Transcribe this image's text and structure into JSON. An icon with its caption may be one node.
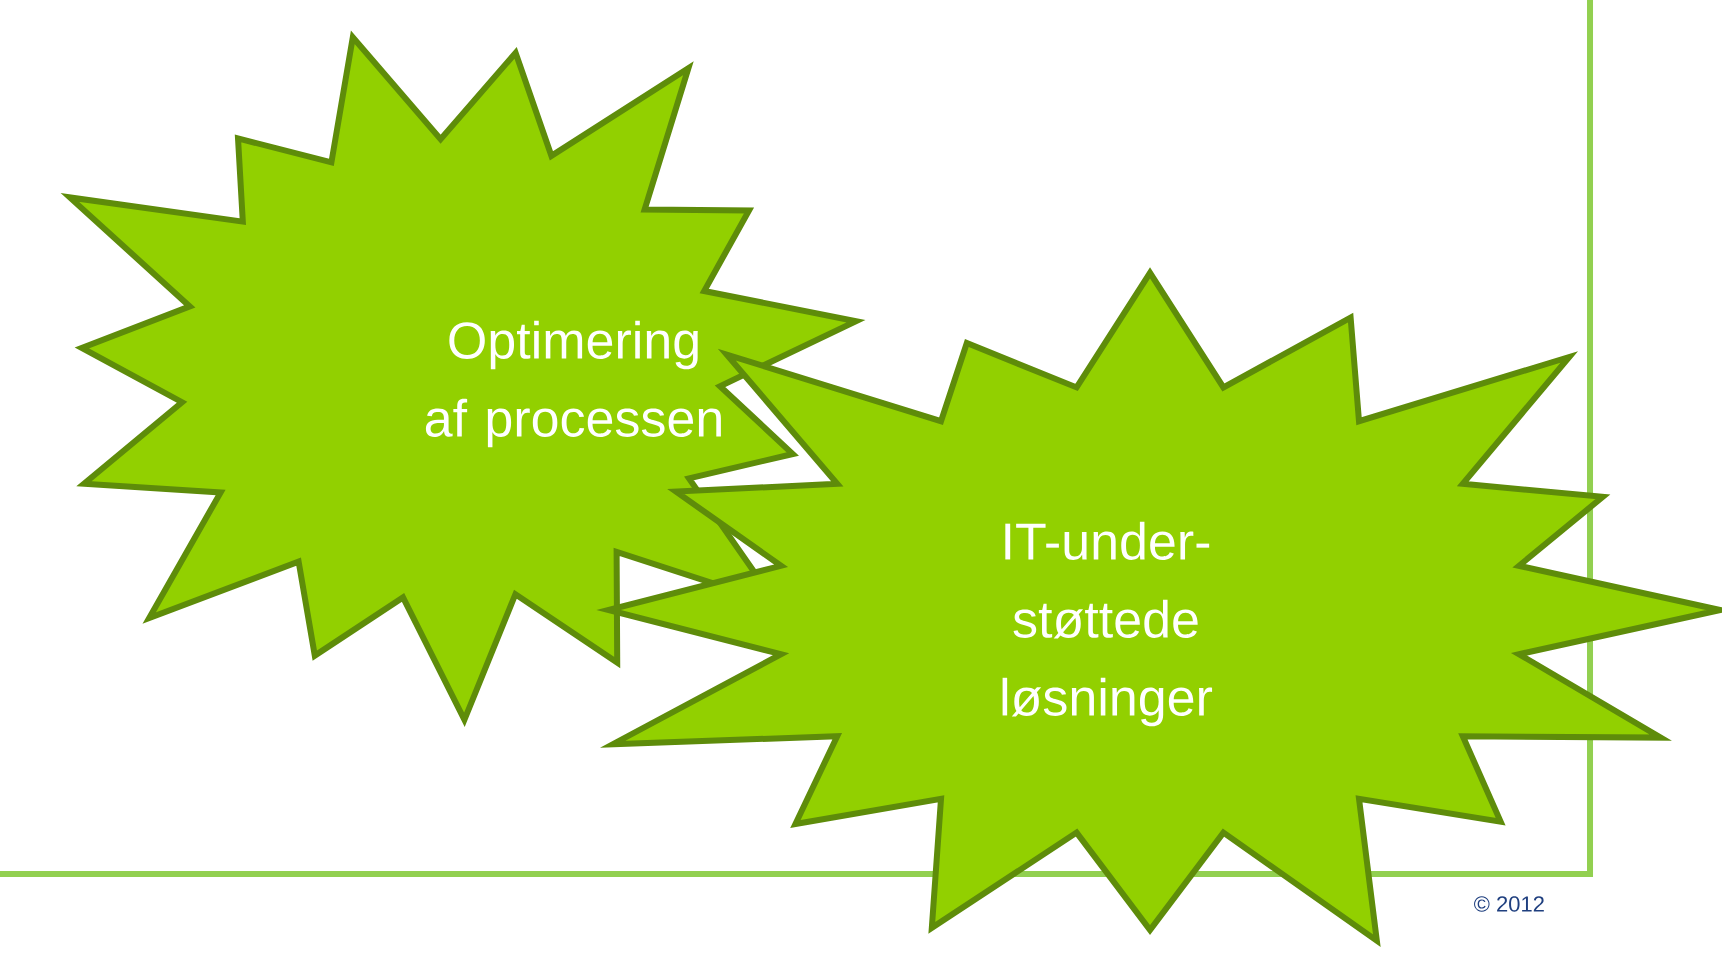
{
  "diagram": {
    "nodes": [
      {
        "text": [
          "Optimering af processen"
        ]
      },
      {
        "text": [
          "IT-under- støttede løsninger"
        ]
      }
    ],
    "labels": [
      "© 2012"
    ]
  }
}
